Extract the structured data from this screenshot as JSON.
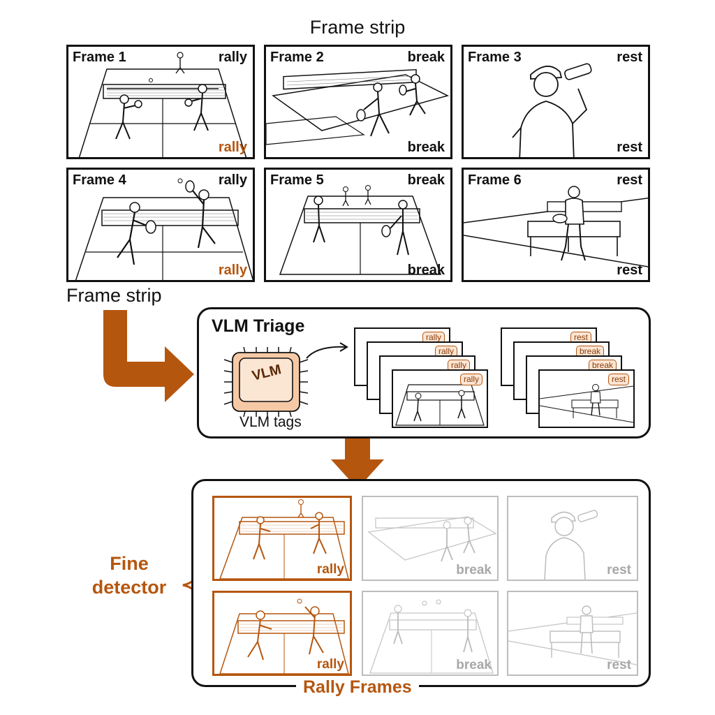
{
  "header": {
    "title": "Frame strip"
  },
  "frames": [
    {
      "label": "Frame 1",
      "tag_top": "rally",
      "tag_bottom": "rally"
    },
    {
      "label": "Frame 2",
      "tag_top": "break",
      "tag_bottom": "break"
    },
    {
      "label": "Frame 3",
      "tag_top": "rest",
      "tag_bottom": "rest"
    },
    {
      "label": "Frame 4",
      "tag_top": "rally",
      "tag_bottom": "rally"
    },
    {
      "label": "Frame 5",
      "tag_top": "break",
      "tag_bottom": "break"
    },
    {
      "label": "Frame 6",
      "tag_top": "rest",
      "tag_bottom": "rest"
    }
  ],
  "side_label": "Frame strip",
  "triage": {
    "title": "VLM Triage",
    "chip_text": "VLM",
    "chip_caption": "VLM tags",
    "stack_left_tags": [
      "rally",
      "rally",
      "rally",
      "rally"
    ],
    "stack_right_tags": [
      "rest",
      "break",
      "break",
      "rest"
    ]
  },
  "detector": {
    "label_line1": "Fine",
    "label_line2": "detector",
    "results": [
      {
        "tag": "rally",
        "kept": true
      },
      {
        "tag": "break",
        "kept": false
      },
      {
        "tag": "rest",
        "kept": false
      },
      {
        "tag": "rally",
        "kept": true
      },
      {
        "tag": "break",
        "kept": false
      },
      {
        "tag": "rest",
        "kept": false
      }
    ],
    "caption": "Rally Frames"
  },
  "colors": {
    "accent": "#b5560f",
    "accent_fill": "#fbe5d3",
    "line": "#111111",
    "muted": "#bdbdbd"
  }
}
